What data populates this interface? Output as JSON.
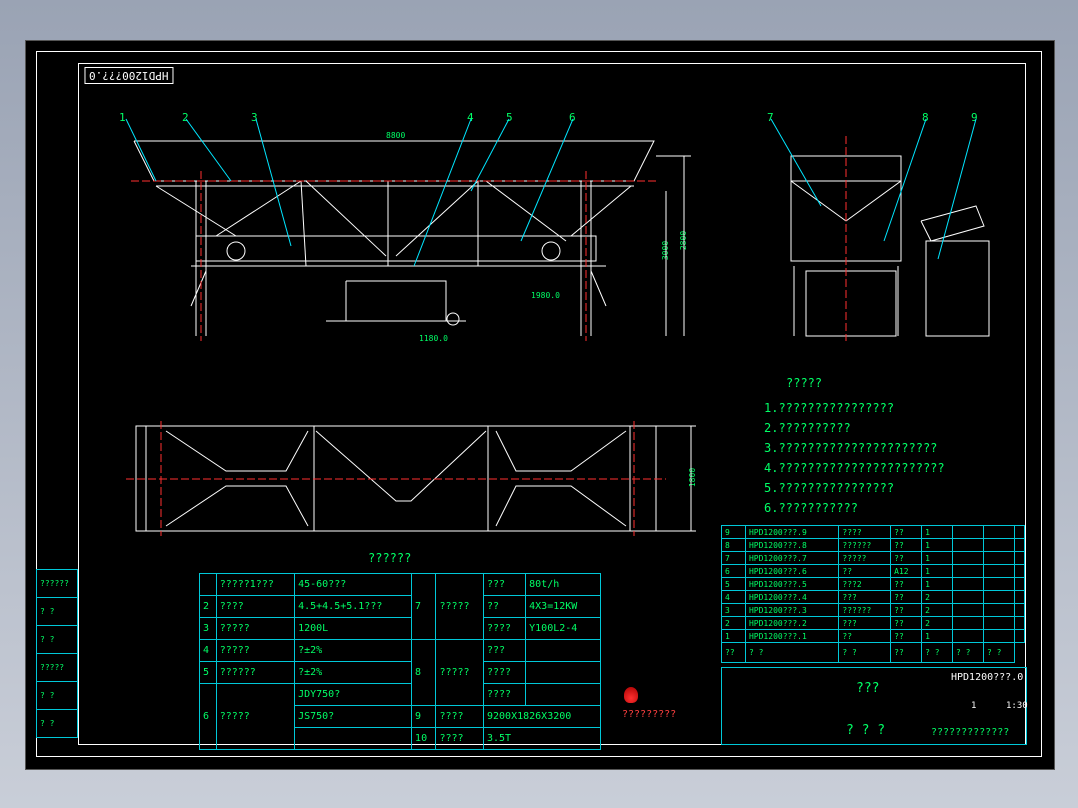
{
  "drawing_code_mirrored": "HPD1200???.0",
  "part_callouts": [
    "1",
    "2",
    "3",
    "4",
    "5",
    "6",
    "7",
    "8",
    "9"
  ],
  "dims": {
    "top_width": "8800",
    "h1": "3000",
    "h2": "2800",
    "d1": "1980.0",
    "d2": "1180.0",
    "plan_h": "1800"
  },
  "notes": {
    "title": "?????",
    "items": [
      "1.????????????????",
      "2.??????????",
      "3.??????????????????????",
      "4.???????????????????????",
      "5.????????????????",
      "6.???????????"
    ]
  },
  "spec_table": {
    "title": "??????",
    "rows": [
      [
        "",
        "?????1???",
        "45-60???",
        "7",
        "?????",
        "???",
        "80t/h"
      ],
      [
        "2",
        "????",
        "4.5+4.5+5.1???",
        "",
        "",
        "??",
        "4X3=12KW"
      ],
      [
        "3",
        "?????",
        "1200L",
        "",
        "",
        "????",
        "Y100L2-4"
      ],
      [
        "4",
        "?????",
        "?±2%",
        "8",
        "?????",
        "???",
        ""
      ],
      [
        "5",
        "??????",
        "?±2%",
        "",
        "",
        "????",
        ""
      ],
      [
        "6",
        "?????",
        "JDY750?",
        "",
        "",
        "????",
        ""
      ],
      [
        "",
        "",
        "JS750?",
        "9",
        "????",
        "9200X1826X3200",
        ""
      ],
      [
        "",
        "",
        "",
        "10",
        "????",
        "3.5T",
        ""
      ]
    ]
  },
  "bom": {
    "rows": [
      [
        "9",
        "HPD1200???.9",
        "????",
        "??",
        "1"
      ],
      [
        "8",
        "HPD1200???.8",
        "??????",
        "??",
        "1"
      ],
      [
        "7",
        "HPD1200???.7",
        "?????",
        "??",
        "1"
      ],
      [
        "6",
        "HPD1200???.6",
        "??",
        "A12",
        "1"
      ],
      [
        "5",
        "HPD1200???.5",
        "???2",
        "??",
        "1"
      ],
      [
        "4",
        "HPD1200???.4",
        "???",
        "??",
        "2"
      ],
      [
        "3",
        "HPD1200???.3",
        "??????",
        "??",
        "2"
      ],
      [
        "2",
        "HPD1200???.2",
        "???",
        "??",
        "2"
      ],
      [
        "1",
        "HPD1200???.1",
        "??",
        "??",
        "1"
      ]
    ],
    "header": [
      "??",
      "?  ?",
      "?  ?",
      "??",
      "?  ?",
      "? ?",
      "?  ?"
    ]
  },
  "title_block": {
    "name1": "???",
    "name2": "? ? ?",
    "code": "HPD1200???.0",
    "scale": "1:30",
    "qty": "1",
    "footer": "?????????????",
    "logo_text": "?????????"
  },
  "left_strip": [
    "??????",
    "?  ?",
    "?  ?",
    "?????",
    "?  ?",
    "?  ?"
  ],
  "colors": {
    "bg": "#000000",
    "line": "#ffffff",
    "green": "#00ff66",
    "cyan": "#00c8d8",
    "red": "#ff3030"
  }
}
